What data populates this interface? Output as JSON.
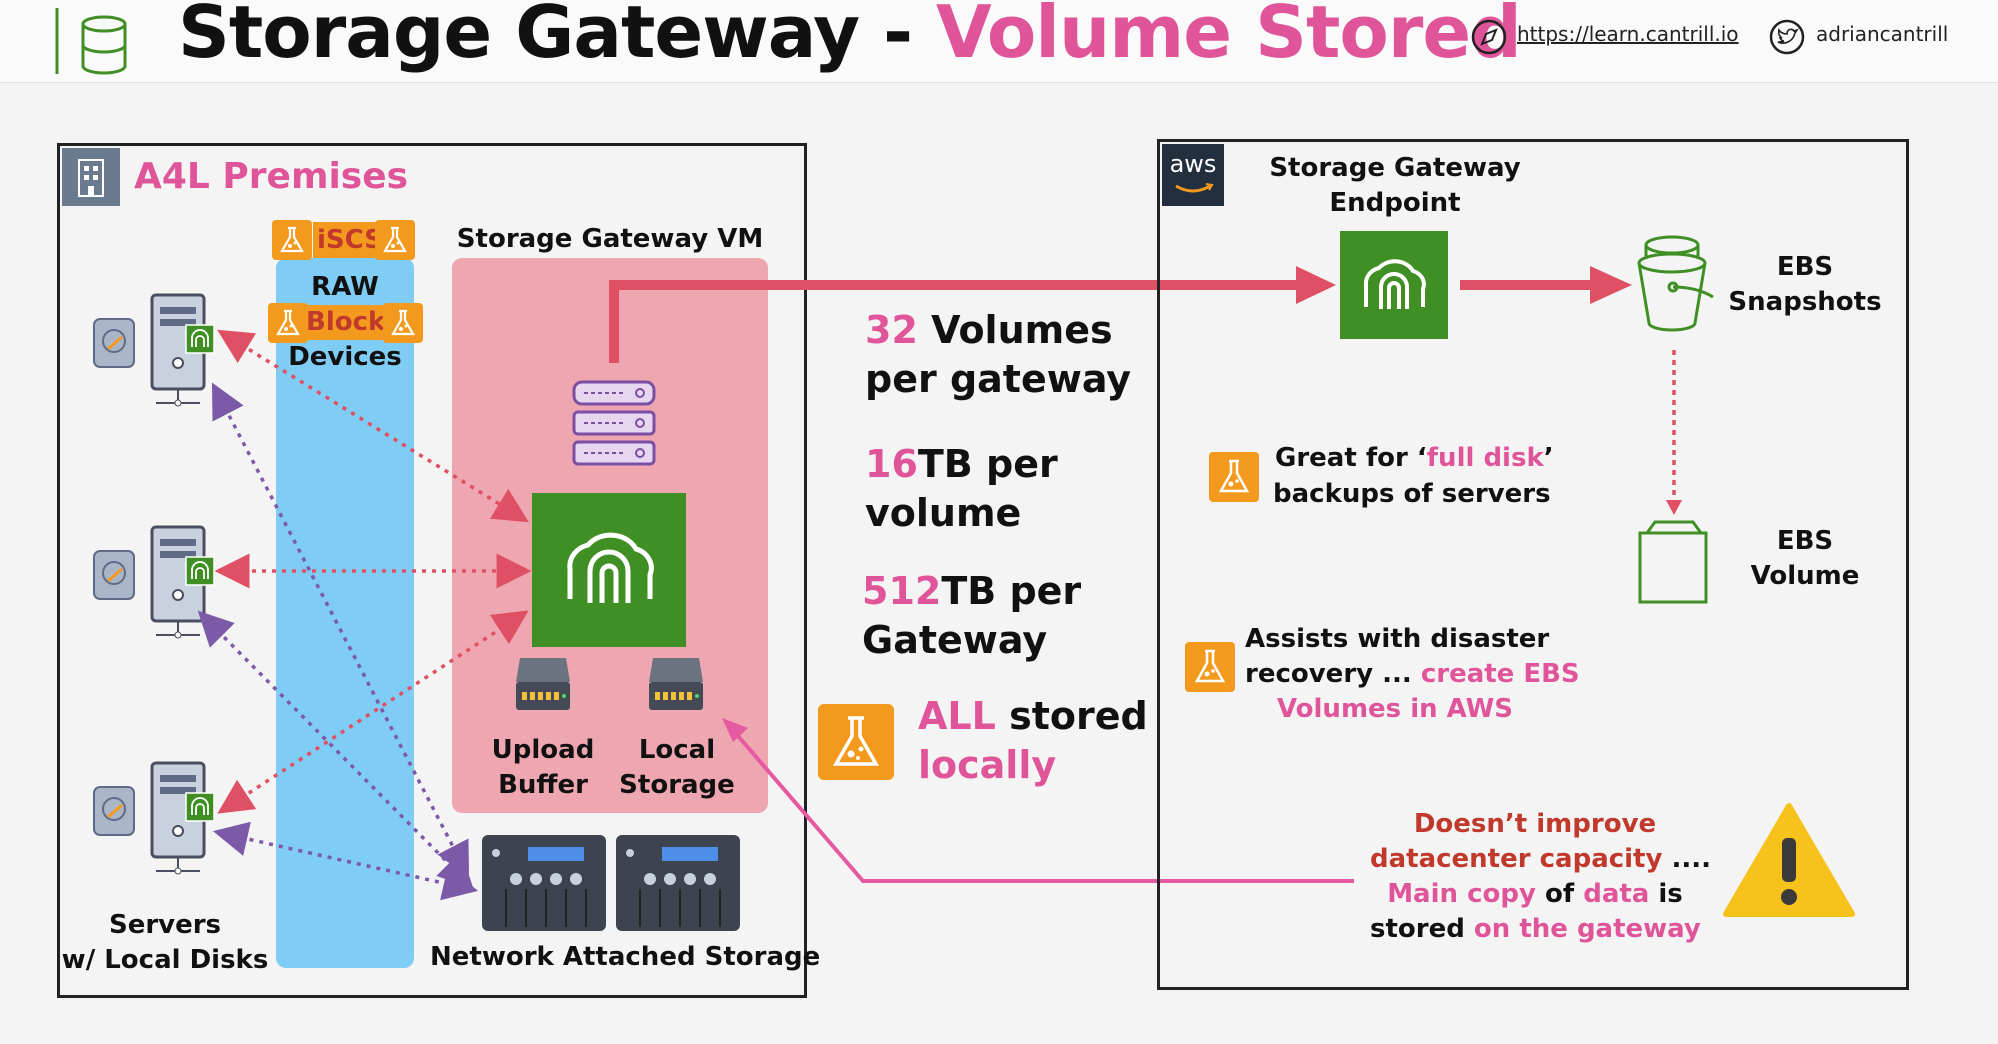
{
  "header": {
    "title_main": "Storage Gateway - ",
    "title_accent": "Volume Stored",
    "url": "https://learn.cantrill.io",
    "twitter": "adriancantrill"
  },
  "colors": {
    "accent_pink": "#e0559a",
    "dark_red": "#c0392b",
    "aws_green": "#3f8f24",
    "raw_blue": "#7fccf5",
    "vm_pink": "#eea6b0",
    "arrow_red": "#e05064"
  },
  "premises": {
    "title": "A4L Premises",
    "iscsi": "iSCSI",
    "raw_1": "RAW",
    "raw_2": "Block",
    "raw_3": "Devices",
    "vm_title": "Storage Gateway VM",
    "upload_1": "Upload",
    "upload_2": "Buffer",
    "local_1": "Local",
    "local_2": "Storage",
    "servers_1": "Servers",
    "servers_2": "w/ Local Disks",
    "nas": "Network Attached Storage"
  },
  "limits": {
    "volumes_num": "32",
    "volumes_text": " Volumes",
    "volumes_line2": "per gateway",
    "tb_vol_num": "16",
    "tb_vol_text": "TB per",
    "tb_vol_line2": "volume",
    "tb_gw_num": "512",
    "tb_gw_text": "TB per",
    "tb_gw_line2": "Gateway",
    "all_word": "ALL",
    "stored_word": " stored",
    "locally_word": "locally"
  },
  "aws": {
    "logo": "aws",
    "endpoint_1": "Storage Gateway",
    "endpoint_2": "Endpoint",
    "snap_1": "EBS",
    "snap_2": "Snapshots",
    "vol_1": "EBS",
    "vol_2": "Volume",
    "note1_a": "Great for ‘",
    "note1_b": "full disk",
    "note1_c": "’",
    "note1_d": "backups of servers",
    "note2_a": "Assists with disaster",
    "note2_b": "recovery ... ",
    "note2_c": "create EBS",
    "note2_d": "Volumes in AWS",
    "warn_1": "Doesn’t improve",
    "warn_2": "datacenter capacity",
    "warn_2b": " ....",
    "warn_3a": "Main copy",
    "warn_3b": " of ",
    "warn_3c": "data",
    "warn_3d": " is",
    "warn_4a": "stored ",
    "warn_4b": "on the gateway"
  }
}
